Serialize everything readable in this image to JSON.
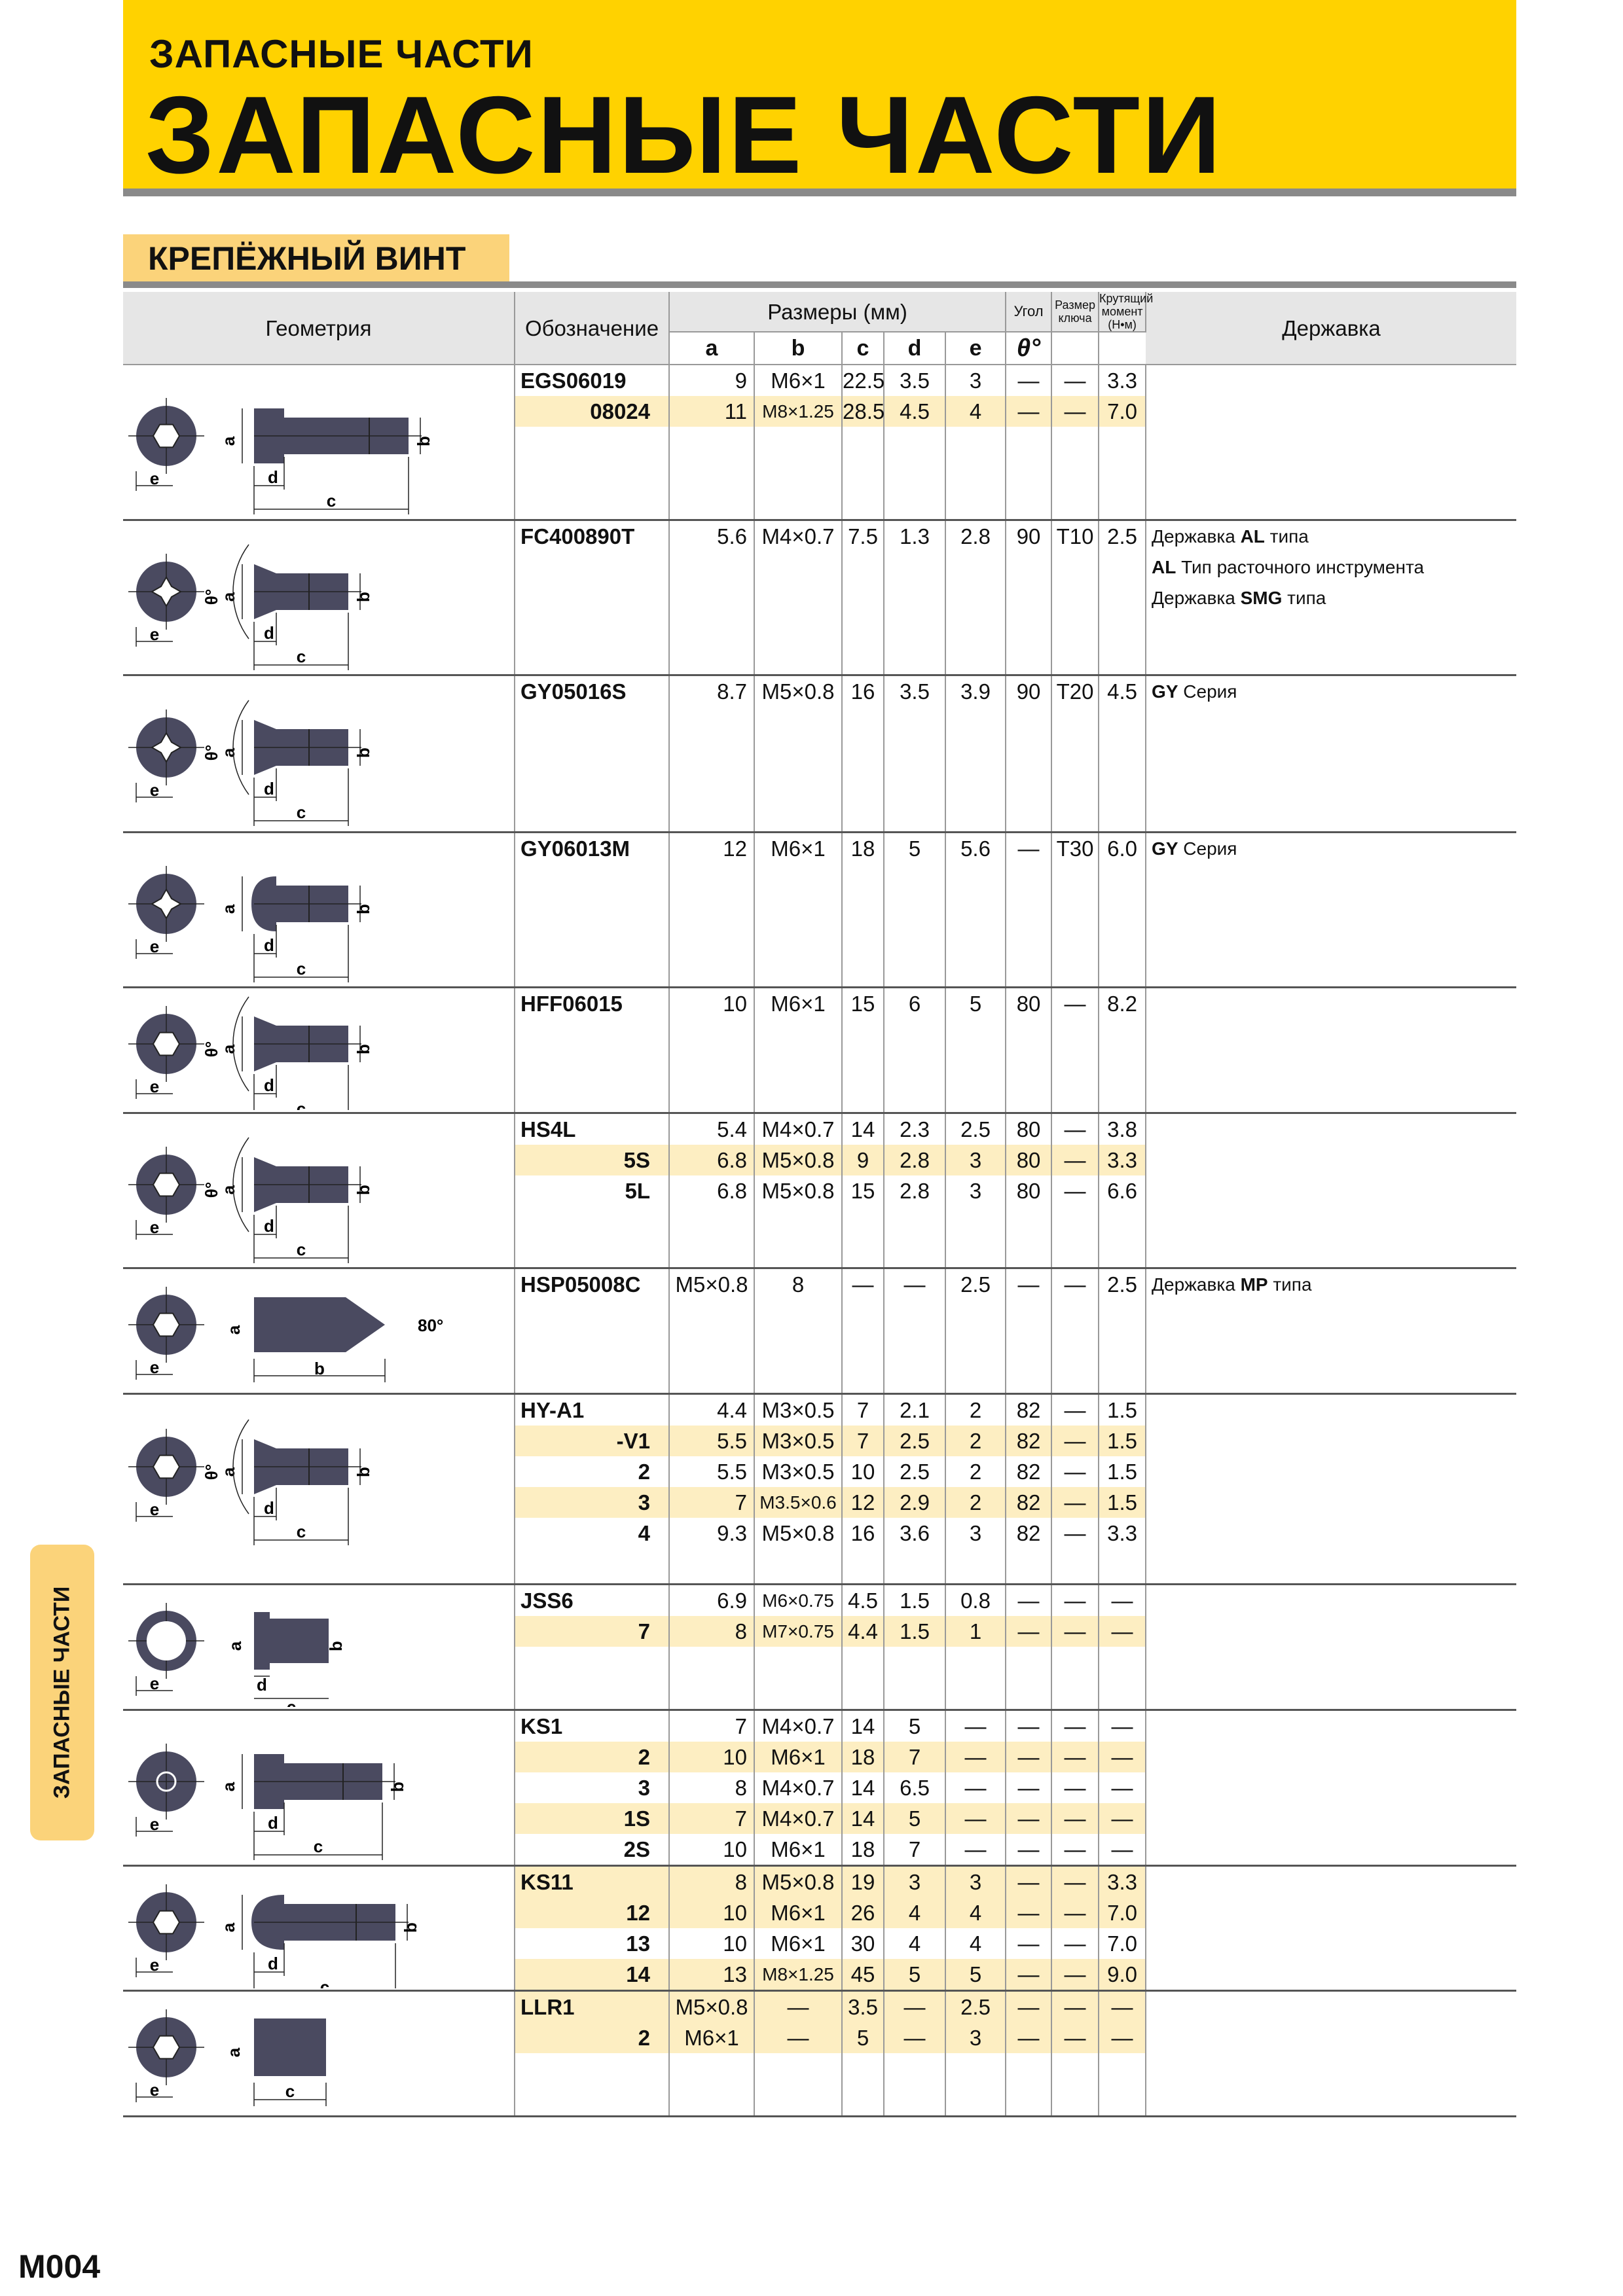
{
  "header": {
    "small_title": "ЗАПАСНЫЕ ЧАСТИ",
    "big_title": "ЗАПАСНЫЕ ЧАСТИ"
  },
  "section": {
    "title": "КРЕПЁЖНЫЙ ВИНТ"
  },
  "side_tab": "ЗАПАСНЫЕ ЧАСТИ",
  "page_number": "M004",
  "table": {
    "headers": {
      "geometry": "Геометрия",
      "designation": "Обозначение",
      "dimensions": "Размеры (мм)",
      "angle": "Угол",
      "key_size": "Размер ключа",
      "torque": "Крутящий момент (Н•м)",
      "holder": "Державка",
      "a": "a",
      "b": "b",
      "c": "c",
      "d": "d",
      "e": "e",
      "theta": "θ°"
    },
    "dim_labels": {
      "a": "a",
      "b": "b",
      "c": "c",
      "d": "d",
      "e": "e",
      "theta": "θ°",
      "angle80": "80°"
    },
    "groups": [
      {
        "rows": [
          {
            "code": "EGS06019",
            "a": "9",
            "b": "M6×1",
            "c": "22.5",
            "d": "3.5",
            "e": "3",
            "angle": "—",
            "key": "—",
            "torque": "3.3",
            "holder": ""
          },
          {
            "code": "08024",
            "a": "11",
            "b": "M8×1.25",
            "c": "28.5",
            "d": "4.5",
            "e": "4",
            "angle": "—",
            "key": "—",
            "torque": "7.0",
            "holder": ""
          }
        ]
      },
      {
        "rows": [
          {
            "code": "FC400890T",
            "a": "5.6",
            "b": "M4×0.7",
            "c": "7.5",
            "d": "1.3",
            "e": "2.8",
            "angle": "90",
            "key": "T10",
            "torque": "2.5",
            "holder_parts": [
              "Державка ",
              "AL",
              " типа"
            ]
          }
        ],
        "holder_extra": [
          [
            "",
            "AL",
            " Тип расточного инструмента"
          ],
          [
            "Державка ",
            "SMG",
            " типа"
          ]
        ]
      },
      {
        "rows": [
          {
            "code": "GY05016S",
            "a": "8.7",
            "b": "M5×0.8",
            "c": "16",
            "d": "3.5",
            "e": "3.9",
            "angle": "90",
            "key": "T20",
            "torque": "4.5",
            "holder_parts": [
              "",
              "GY",
              " Серия"
            ]
          }
        ]
      },
      {
        "rows": [
          {
            "code": "GY06013M",
            "a": "12",
            "b": "M6×1",
            "c": "18",
            "d": "5",
            "e": "5.6",
            "angle": "—",
            "key": "T30",
            "torque": "6.0",
            "holder_parts": [
              "",
              "GY",
              " Серия"
            ]
          }
        ]
      },
      {
        "rows": [
          {
            "code": "HFF06015",
            "a": "10",
            "b": "M6×1",
            "c": "15",
            "d": "6",
            "e": "5",
            "angle": "80",
            "key": "—",
            "torque": "8.2",
            "holder": ""
          }
        ]
      },
      {
        "rows": [
          {
            "code": "HS4L",
            "a": "5.4",
            "b": "M4×0.7",
            "c": "14",
            "d": "2.3",
            "e": "2.5",
            "angle": "80",
            "key": "—",
            "torque": "3.8",
            "holder": ""
          },
          {
            "code": "5S",
            "a": "6.8",
            "b": "M5×0.8",
            "c": "9",
            "d": "2.8",
            "e": "3",
            "angle": "80",
            "key": "—",
            "torque": "3.3",
            "holder": ""
          },
          {
            "code": "5L",
            "a": "6.8",
            "b": "M5×0.8",
            "c": "15",
            "d": "2.8",
            "e": "3",
            "angle": "80",
            "key": "—",
            "torque": "6.6",
            "holder": ""
          }
        ]
      },
      {
        "rows": [
          {
            "code": "HSP05008C",
            "a": "M5×0.8",
            "b": "8",
            "c": "—",
            "d": "—",
            "e": "2.5",
            "angle": "—",
            "key": "—",
            "torque": "2.5",
            "holder_parts": [
              "Державка ",
              "MP",
              " типа"
            ]
          }
        ]
      },
      {
        "rows": [
          {
            "code": "HY-A1",
            "a": "4.4",
            "b": "M3×0.5",
            "c": "7",
            "d": "2.1",
            "e": "2",
            "angle": "82",
            "key": "—",
            "torque": "1.5",
            "holder": ""
          },
          {
            "code": "-V1",
            "a": "5.5",
            "b": "M3×0.5",
            "c": "7",
            "d": "2.5",
            "e": "2",
            "angle": "82",
            "key": "—",
            "torque": "1.5",
            "holder": ""
          },
          {
            "code": "2",
            "a": "5.5",
            "b": "M3×0.5",
            "c": "10",
            "d": "2.5",
            "e": "2",
            "angle": "82",
            "key": "—",
            "torque": "1.5",
            "holder": ""
          },
          {
            "code": "3",
            "a": "7",
            "b": "M3.5×0.6",
            "c": "12",
            "d": "2.9",
            "e": "2",
            "angle": "82",
            "key": "—",
            "torque": "1.5",
            "holder": ""
          },
          {
            "code": "4",
            "a": "9.3",
            "b": "M5×0.8",
            "c": "16",
            "d": "3.6",
            "e": "3",
            "angle": "82",
            "key": "—",
            "torque": "3.3",
            "holder": ""
          }
        ]
      },
      {
        "rows": [
          {
            "code": "JSS6",
            "a": "6.9",
            "b": "M6×0.75",
            "c": "4.5",
            "d": "1.5",
            "e": "0.8",
            "angle": "—",
            "key": "—",
            "torque": "—",
            "holder": ""
          },
          {
            "code": "7",
            "a": "8",
            "b": "M7×0.75",
            "c": "4.4",
            "d": "1.5",
            "e": "1",
            "angle": "—",
            "key": "—",
            "torque": "—",
            "holder": ""
          }
        ]
      },
      {
        "rows": [
          {
            "code": "KS1",
            "a": "7",
            "b": "M4×0.7",
            "c": "14",
            "d": "5",
            "e": "—",
            "angle": "—",
            "key": "—",
            "torque": "—",
            "holder": ""
          },
          {
            "code": "2",
            "a": "10",
            "b": "M6×1",
            "c": "18",
            "d": "7",
            "e": "—",
            "angle": "—",
            "key": "—",
            "torque": "—",
            "holder": ""
          },
          {
            "code": "3",
            "a": "8",
            "b": "M4×0.7",
            "c": "14",
            "d": "6.5",
            "e": "—",
            "angle": "—",
            "key": "—",
            "torque": "—",
            "holder": ""
          },
          {
            "code": "1S",
            "a": "7",
            "b": "M4×0.7",
            "c": "14",
            "d": "5",
            "e": "—",
            "angle": "—",
            "key": "—",
            "torque": "—",
            "holder": ""
          },
          {
            "code": "2S",
            "a": "10",
            "b": "M6×1",
            "c": "18",
            "d": "7",
            "e": "—",
            "angle": "—",
            "key": "—",
            "torque": "—",
            "holder": ""
          }
        ]
      },
      {
        "rows": [
          {
            "code": "KS11",
            "a": "8",
            "b": "M5×0.8",
            "c": "19",
            "d": "3",
            "e": "3",
            "angle": "—",
            "key": "—",
            "torque": "3.3",
            "holder": ""
          },
          {
            "code": "12",
            "a": "10",
            "b": "M6×1",
            "c": "26",
            "d": "4",
            "e": "4",
            "angle": "—",
            "key": "—",
            "torque": "7.0",
            "holder": ""
          },
          {
            "code": "13",
            "a": "10",
            "b": "M6×1",
            "c": "30",
            "d": "4",
            "e": "4",
            "angle": "—",
            "key": "—",
            "torque": "7.0",
            "holder": ""
          },
          {
            "code": "14",
            "a": "13",
            "b": "M8×1.25",
            "c": "45",
            "d": "5",
            "e": "5",
            "angle": "—",
            "key": "—",
            "torque": "9.0",
            "holder": ""
          }
        ]
      },
      {
        "rows": [
          {
            "code": "LLR1",
            "a": "M5×0.8",
            "b": "—",
            "c": "3.5",
            "d": "—",
            "e": "2.5",
            "angle": "—",
            "key": "—",
            "torque": "—",
            "holder": ""
          },
          {
            "code": "2",
            "a": "M6×1",
            "b": "—",
            "c": "5",
            "d": "—",
            "e": "3",
            "angle": "—",
            "key": "—",
            "torque": "—",
            "holder": ""
          }
        ]
      }
    ]
  },
  "colors": {
    "header_yellow": "#ffd200",
    "section_orange": "#fbd37a",
    "row_highlight": "#fdeec2",
    "part_fill": "#4a4a60"
  }
}
